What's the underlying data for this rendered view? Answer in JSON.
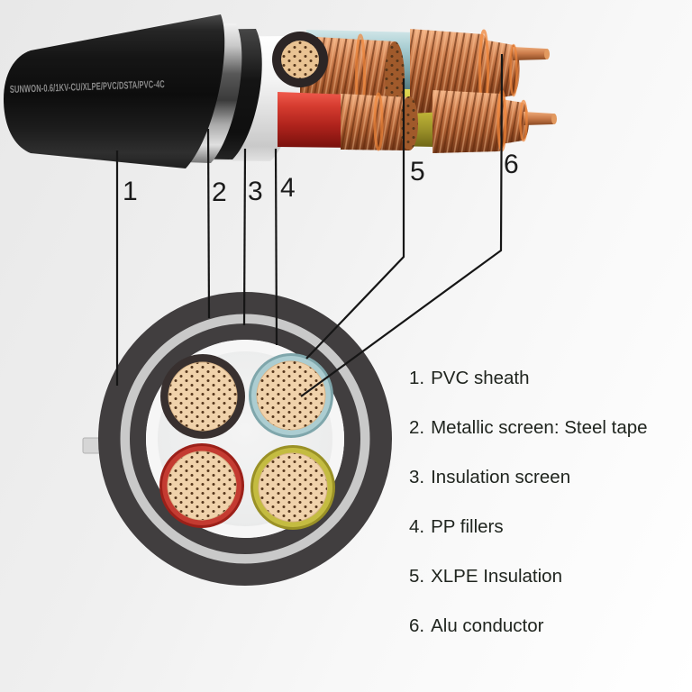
{
  "diagram": {
    "marking": "SUNWON-0.6/1KV-CU/XLPE/PVC/DSTA/PVC-4C",
    "callout_numbers": [
      "1",
      "2",
      "3",
      "4",
      "5",
      "6"
    ]
  },
  "legend": {
    "items": [
      {
        "num": "1.",
        "label": "PVC sheath"
      },
      {
        "num": "2.",
        "label": "Metallic screen: Steel tape"
      },
      {
        "num": "3.",
        "label": "Insulation screen"
      },
      {
        "num": "4.",
        "label": "PP fillers"
      },
      {
        "num": "5.",
        "label": "XLPE Insulation"
      },
      {
        "num": "6.",
        "label": "Alu conductor"
      }
    ]
  },
  "colors": {
    "pvc_sheath": "#161616",
    "steel_tape": "#bdbdbd",
    "insulation_screen": "#1e1e1e",
    "inner_covering": "#f2f2f2",
    "core_black": "#38302f",
    "core_blue": "#a9cdd2",
    "core_red": "#c23a31",
    "core_yellow": "#c2bb40",
    "copper": "#c07543",
    "conductor_face": "#f0d2ab",
    "leader_line": "#161616",
    "legend_text": "#20251f",
    "background": "#f0f0f0"
  }
}
